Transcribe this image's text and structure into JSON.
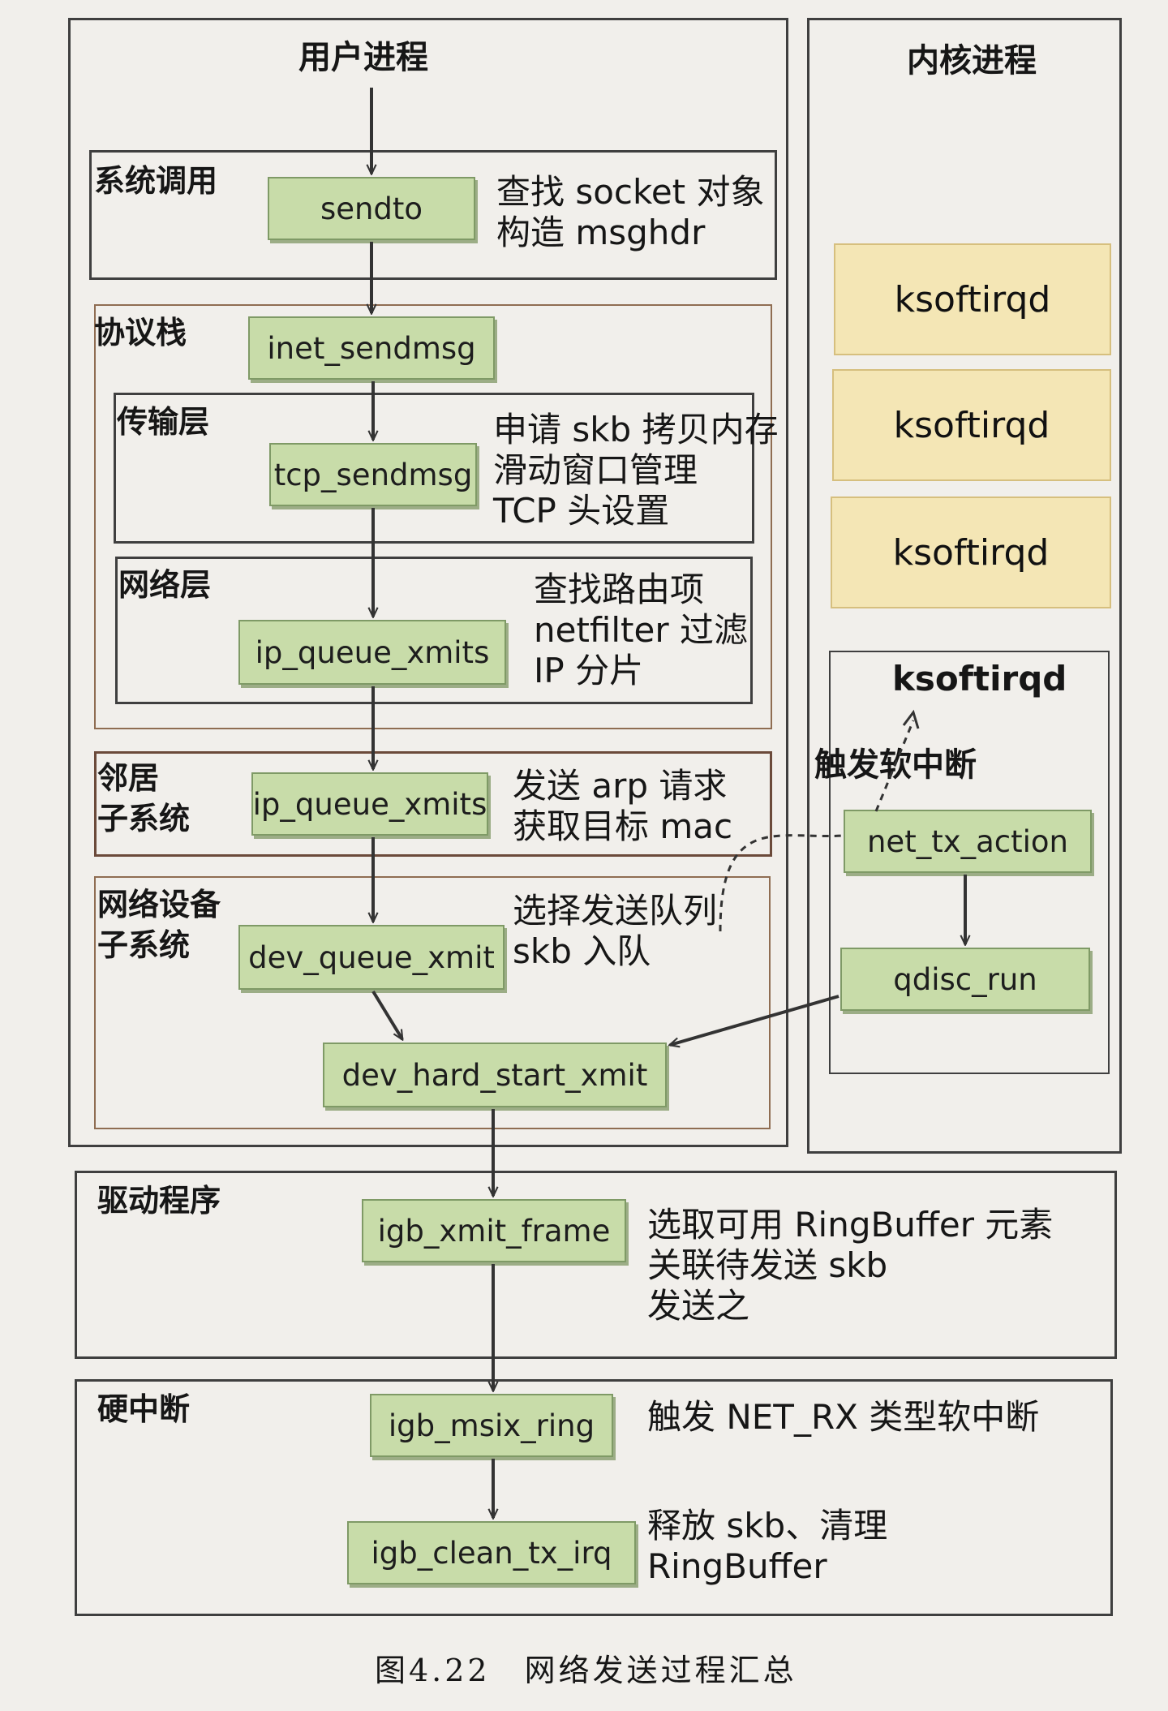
{
  "columns": {
    "user_title": "用户进程",
    "kernel_title": "内核进程"
  },
  "sections": {
    "syscall": {
      "label": "系统调用",
      "node": "sendto",
      "notes": [
        "查找 socket 对象",
        "构造 msghdr"
      ]
    },
    "protocol_stack": {
      "label": "协议栈",
      "node": "inet_sendmsg"
    },
    "transport": {
      "label": "传输层",
      "node": "tcp_sendmsg",
      "notes": [
        "申请 skb 拷贝内存",
        "滑动窗口管理",
        "TCP 头设置"
      ]
    },
    "network": {
      "label": "网络层",
      "node": "ip_queue_xmits",
      "notes": [
        "查找路由项",
        "netfilter 过滤",
        "IP 分片"
      ]
    },
    "neighbor": {
      "label_lines": [
        "邻居",
        "子系统"
      ],
      "node": "ip_queue_xmits",
      "notes": [
        "发送 arp 请求",
        "获取目标 mac"
      ]
    },
    "netdev": {
      "label_lines": [
        "网络设备",
        "子系统"
      ],
      "node": "dev_queue_xmit",
      "node2": "dev_hard_start_xmit",
      "notes": [
        "选择发送队列",
        "skb 入队"
      ]
    },
    "driver": {
      "label": "驱动程序",
      "node": "igb_xmit_frame",
      "notes": [
        "选取可用 RingBuffer 元素",
        "关联待发送 skb",
        "发送之"
      ]
    },
    "hardirq": {
      "label": "硬中断",
      "node": "igb_msix_ring",
      "node2": "igb_clean_tx_irq",
      "notes1": [
        "触发 NET_RX 类型软中断"
      ],
      "notes2": [
        "释放 skb、清理",
        "RingBuffer"
      ]
    }
  },
  "kernel": {
    "threads": [
      "ksoftirqd",
      "ksoftirqd",
      "ksoftirqd"
    ],
    "active_thread": "ksoftirqd",
    "trigger_label": "触发软中断",
    "node_tx_action": "net_tx_action",
    "node_qdisc": "qdisc_run"
  },
  "caption": "图4.22　网络发送过程汇总",
  "colors": {
    "node_fill": "#c8dca9",
    "thread_fill": "#f4e6b5",
    "frame": "#3f3f3f",
    "sub_frame": "#8f6d52"
  }
}
